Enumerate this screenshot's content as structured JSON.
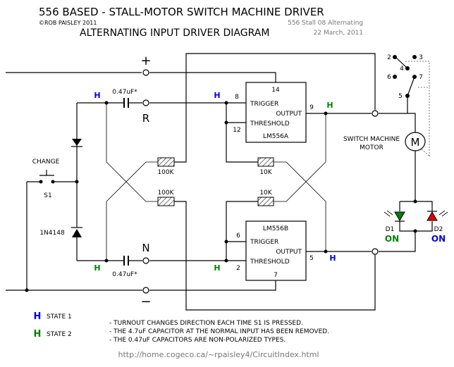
{
  "header": {
    "title": "556 BASED - STALL-MOTOR SWITCH MACHINE DRIVER",
    "copyright": "©ROB PAISLEY 2011",
    "subtitle": "ALTERNATING INPUT DRIVER DIAGRAM",
    "file_name": "556 Stall 08 Alternating",
    "date": "22 March, 2011"
  },
  "terminals": {
    "plus": "+",
    "minus": "−",
    "reverse": "R",
    "normal": "N"
  },
  "components": {
    "cap_top": "0.47uF*",
    "cap_bottom": "0.47uF*",
    "switch_label": "CHANGE",
    "switch_name": "S1",
    "diode": "1N4148",
    "r_100k_top": "100K",
    "r_100k_bottom": "100K",
    "r_10k_top": "10K",
    "r_10k_bottom": "10K",
    "motor_label_1": "SWITCH MACHINE",
    "motor_label_2": "MOTOR",
    "motor_symbol": "M",
    "led1": "D1",
    "led2": "D2",
    "led1_state": "ON",
    "led2_state": "ON"
  },
  "ic_a": {
    "name": "LM556A",
    "trigger": "TRIGGER",
    "threshold": "THRESHOLD",
    "output": "OUTPUT",
    "pin_vcc": "14",
    "pin_trig": "8",
    "pin_thr": "12",
    "pin_out": "9"
  },
  "ic_b": {
    "name": "LM556B",
    "trigger": "TRIGGER",
    "threshold": "THRESHOLD",
    "output": "OUTPUT",
    "pin_gnd": "7",
    "pin_trig": "6",
    "pin_thr": "2",
    "pin_out": "5"
  },
  "switch_contacts": [
    "2",
    "3",
    "4",
    "6",
    "7",
    "5"
  ],
  "state_marks": {
    "h": "H"
  },
  "legend": [
    {
      "mark": "H",
      "label": "STATE 1",
      "color": "#0000e0"
    },
    {
      "mark": "H",
      "label": "STATE 2",
      "color": "#008000"
    }
  ],
  "notes": [
    "- TURNOUT CHANGES DIRECTION EACH TIME S1 IS PRESSED.",
    "- THE 4.7uF CAPACITOR AT THE NORMAL INPUT HAS BEEN REMOVED.",
    "- THE 0.47uF CAPACITORS ARE NON-POLARIZED TYPES."
  ],
  "url": "http://home.cogeco.ca/~rpaisley4/CircuitIndex.html",
  "colors": {
    "state1": "#0000e0",
    "state2": "#008000",
    "led_green": "#008000",
    "led_red": "#e00000"
  }
}
